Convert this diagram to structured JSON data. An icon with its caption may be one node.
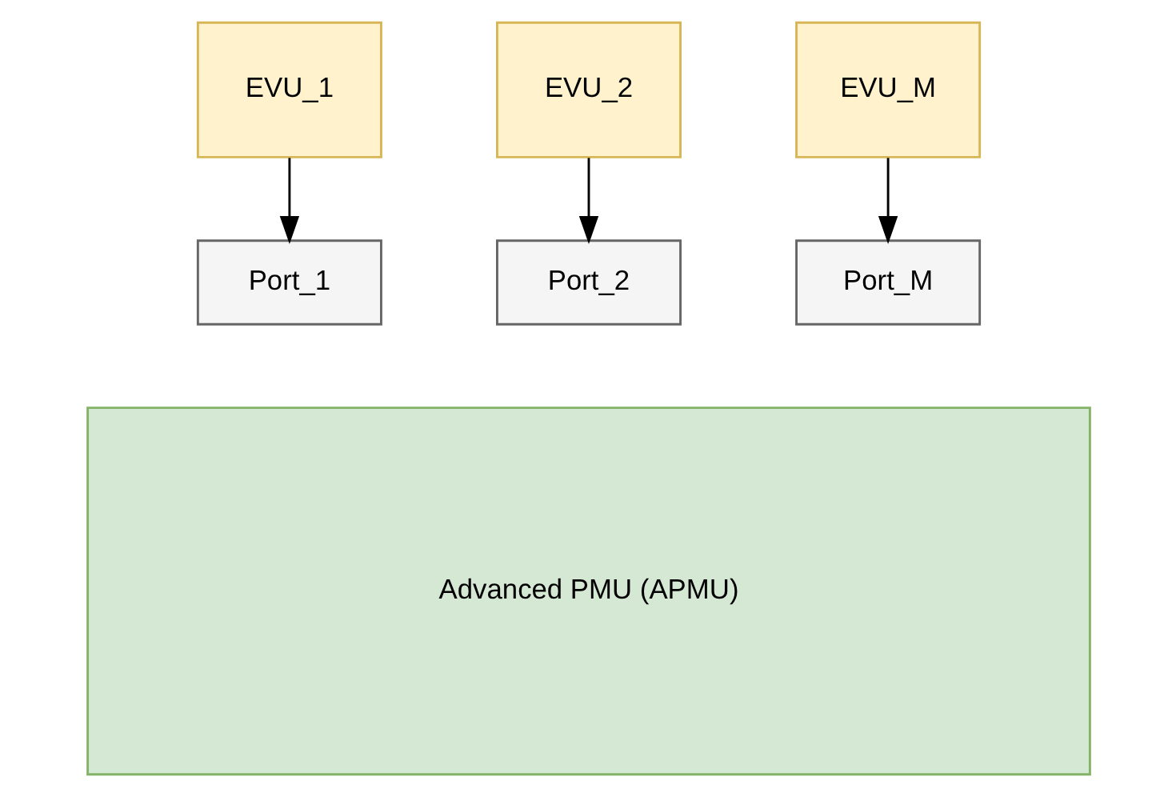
{
  "diagram": {
    "nodes": [
      {
        "text": [
          "EVU_1"
        ]
      },
      {
        "text": [
          "EVU_2"
        ]
      },
      {
        "text": [
          "EVU_M"
        ]
      },
      {
        "text": [
          "Port_1"
        ]
      },
      {
        "text": [
          "Port_2"
        ]
      },
      {
        "text": [
          "Port_M"
        ]
      },
      {
        "text": [
          "Advanced PMU (APMU)"
        ]
      }
    ],
    "edges": [
      {
        "from": 0,
        "to": 3,
        "arrow": "to"
      },
      {
        "from": 1,
        "to": 4,
        "arrow": "to"
      },
      {
        "from": 2,
        "to": 5,
        "arrow": "to"
      }
    ]
  }
}
